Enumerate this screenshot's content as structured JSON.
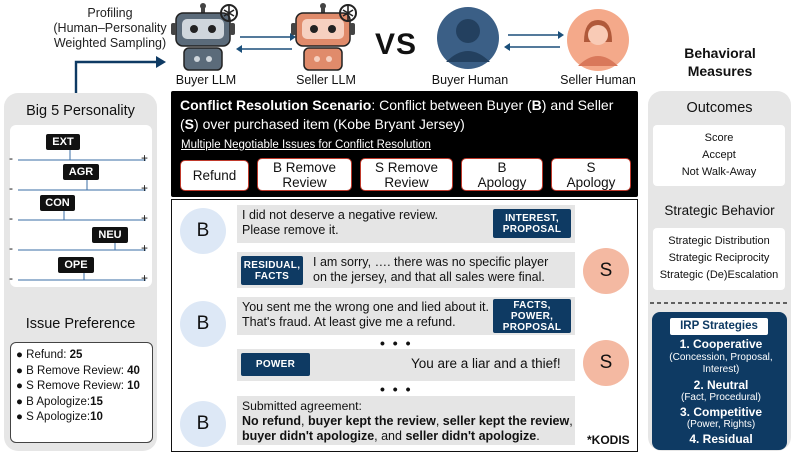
{
  "header": {
    "profiling": [
      "Profiling",
      "(Human–Personality",
      "Weighted Sampling)"
    ],
    "buyer_llm": "Buyer LLM",
    "seller_llm": "Seller LLM",
    "vs": "VS",
    "buyer_human": "Buyer Human",
    "seller_human": "Seller Human",
    "behavioral_measures": [
      "Behavioral",
      "Measures"
    ]
  },
  "left": {
    "big5_title": "Big 5 Personality",
    "traits": [
      "EXT",
      "AGR",
      "CON",
      "NEU",
      "OPE"
    ],
    "minus": "-",
    "plus": "+",
    "issue_pref_title": "Issue Preference",
    "prefs": [
      {
        "label": "Refund: ",
        "value": "25"
      },
      {
        "label": "B Remove Review: ",
        "value": "40"
      },
      {
        "label": "S Remove Review: ",
        "value": "10"
      },
      {
        "label": "B Apologize:",
        "value": "15"
      },
      {
        "label": "S Apologize:",
        "value": "10"
      }
    ]
  },
  "scenario": {
    "bold_label": "Conflict Resolution Scenario",
    "text_1": ": Conflict between Buyer (",
    "b": "B",
    "text_2": ") and Seller (",
    "s": "S",
    "text_3": ") over purchased item (Kobe Bryant Jersey)",
    "issues_heading": "Multiple Negotiable Issues for Conflict Resolution",
    "issues": [
      [
        "Refund"
      ],
      [
        "B Remove",
        "Review"
      ],
      [
        "S Remove",
        "Review"
      ],
      [
        "B",
        "Apology"
      ],
      [
        "S",
        "Apology"
      ]
    ]
  },
  "dialog": {
    "b": "B",
    "s": "S",
    "m1": [
      "I did not deserve a negative review.",
      "Please remove it."
    ],
    "t1": [
      "INTEREST,",
      "PROPOSAL"
    ],
    "m2": [
      "I am sorry, ….  there was no specific player",
      "on the jersey, and that all sales were final."
    ],
    "t2": [
      "RESIDUAL,",
      "FACTS"
    ],
    "m3": [
      "You sent me the wrong one and lied about it.",
      "That's fraud. At least give me a refund."
    ],
    "t3": [
      "FACTS,",
      "POWER,",
      "PROPOSAL"
    ],
    "dots": "• • •",
    "m4": "You are a liar and a thief!",
    "t4": "POWER",
    "m5_intro": "Submitted agreement:",
    "m5_a": "No refund",
    "m5_b": ", ",
    "m5_c": "buyer kept the review",
    "m5_d": ", ",
    "m5_e": "seller kept the review",
    "m5_f": ",",
    "m5_g": "buyer didn't apologize",
    "m5_h": ", and ",
    "m5_i": "seller didn't apologize",
    "m5_j": ".",
    "kodis": "*KODIS"
  },
  "right": {
    "outcomes_title": "Outcomes",
    "outcomes": [
      "Score",
      "Accept",
      "Not Walk-Away"
    ],
    "strategic_title": "Strategic Behavior",
    "strategic": [
      "Strategic Distribution",
      "Strategic Reciprocity",
      "Strategic (De)Escalation"
    ],
    "irp_title": "IRP Strategies",
    "irp": [
      {
        "head": "1. Cooperative",
        "sub": [
          "(Concession, Proposal,",
          "Interest)"
        ]
      },
      {
        "head": "2. Neutral",
        "sub": [
          "(Fact, Procedural)"
        ]
      },
      {
        "head": "3. Competitive",
        "sub": [
          "(Power, Rights)"
        ]
      },
      {
        "head": "4. Residual",
        "sub": []
      }
    ]
  },
  "colors": {
    "navy": "#0e3a63",
    "buyer_avatar": "#dde8f6",
    "seller_avatar": "#f4b9a2",
    "issue_border": "#c0392b",
    "panel_gray": "#e6e6e6"
  }
}
